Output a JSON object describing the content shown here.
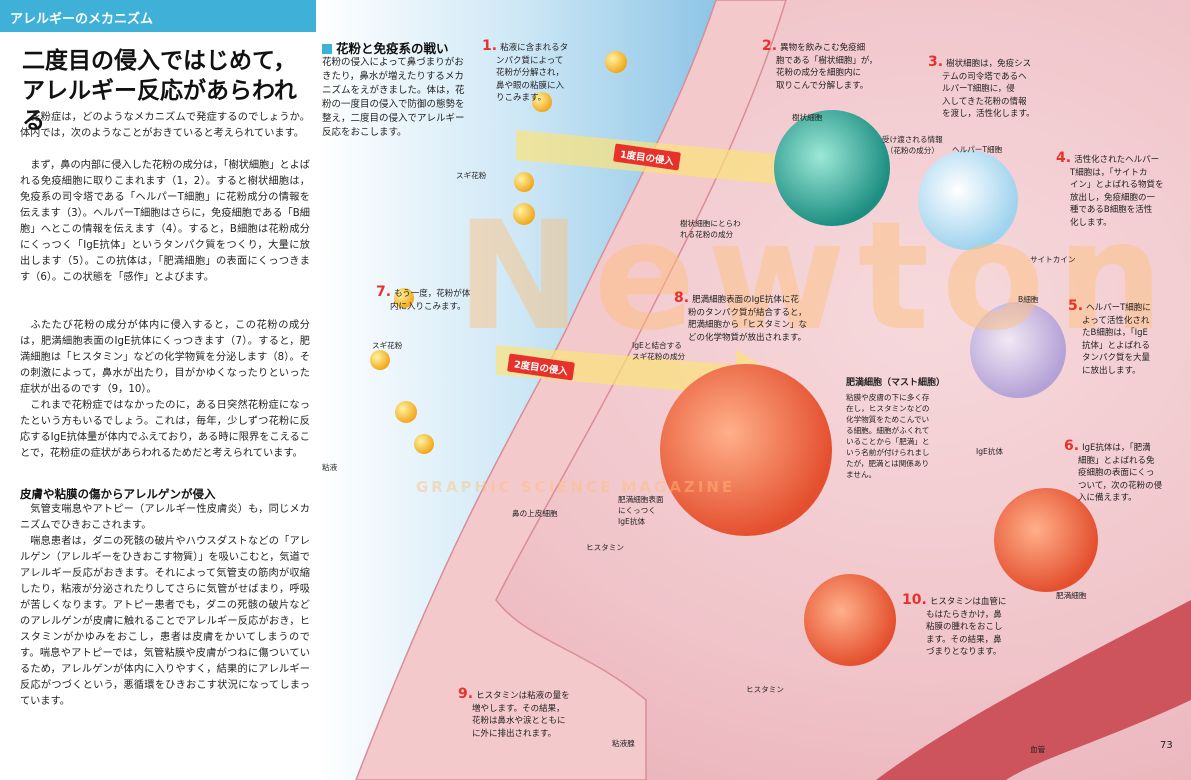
{
  "section_header": "アレルギーのメカニズム",
  "headline": [
    "二度目の侵入ではじめて，",
    "アレルギー反応があらわれる"
  ],
  "paragraphs": [
    "花粉症は，どのようなメカニズムで発症するのでしょうか。体内では，次のようなことがおきていると考えられています。",
    "まず，鼻の内部に侵入した花粉の成分は，「樹状細胞」とよばれる免疫細胞に取りこまれます（1，2）。すると樹状細胞は，免疫系の司令塔である「ヘルパーT細胞」に花粉成分の情報を伝えます（3）。ヘルパーT細胞はさらに，免疫細胞である「B細胞」へとこの情報を伝えます（4）。すると，B細胞は花粉成分にくっつく「IgE抗体」というタンパク質をつくり，大量に放出します（5）。この抗体は，「肥満細胞」の表面にくっつきます（6）。この状態を「感作」とよびます。",
    "ふたたび花粉の成分が体内に侵入すると，この花粉の成分は，肥満細胞表面のIgE抗体にくっつきます（7）。すると，肥満細胞は「ヒスタミン」などの化学物質を分泌します（8）。その刺激によって，鼻水が出たり，目がかゆくなったりといった症状が出るのです（9，10）。",
    "これまで花粉症ではなかったのに，ある日突然花粉症になったという方もいるでしょう。これは，毎年，少しずつ花粉に反応するIgE抗体量が体内でふえており，ある時に限界をこえることで，花粉症の症状があらわれるためだと考えられています。"
  ],
  "subhead": "皮膚や粘膜の傷からアレルゲンが侵入",
  "paragraphs2": [
    "気管支喘息やアトピー（アレルギー性皮膚炎）も，同じメカニズムでひきおこされます。",
    "喘息患者は，ダニの死骸の破片やハウスダストなどの「アレルゲン（アレルギーをひきおこす物質）」を吸いこむと，気道でアレルギー反応がおきます。それによって気管支の筋肉が収縮したり，粘液が分泌されたりしてさらに気管がせばまり，呼吸が苦しくなります。アトピー患者でも，ダニの死骸の破片などのアレルゲンが皮膚に触れることでアレルギー反応がおき，ヒスタミンがかゆみをおこし，患者は皮膚をかいてしまうのです。喘息やアトピーでは，気管粘膜や皮膚がつねに傷ついているため，アレルゲンが体内に入りやすく，結果的にアレルギー反応がつづくという，悪循環をひきおこす状況になってしまっています。"
  ],
  "figure": {
    "title": "花粉と免疫系の戦い",
    "intro": [
      "花粉の侵入によって鼻づまりがお",
      "きたり，鼻水が増えたりするメカ",
      "ニズムをえがきました。体は，花",
      "粉の一度目の侵入で防御の態勢を",
      "整え，二度目の侵入でアレルギー",
      "反応をおこします。"
    ],
    "steps": [
      {
        "num": "1.",
        "lines": [
          "粘液に含まれるタ",
          "ンパク質によって",
          "花粉が分解され，",
          "鼻や眼の粘膜に入",
          "りこみます。"
        ]
      },
      {
        "num": "2.",
        "lines": [
          "異物を飲みこむ免疫細",
          "胞である「樹状細胞」が，",
          "花粉の成分を細胞内に",
          "取りこんで分解します。"
        ]
      },
      {
        "num": "3.",
        "lines": [
          "樹状細胞は，免疫シス",
          "テムの司令塔であるヘ",
          "ルパーT細胞に，侵",
          "入してきた花粉の情報",
          "を渡し，活性化します。"
        ]
      },
      {
        "num": "4.",
        "lines": [
          "活性化されたヘルパー",
          "T細胞は，「サイトカ",
          "イン」とよばれる物質を",
          "放出し，免疫細胞の一",
          "種であるB細胞を活性",
          "化します。"
        ]
      },
      {
        "num": "5.",
        "lines": [
          "ヘルパーT細胞に",
          "よって活性化され",
          "たB細胞は，「IgE",
          "抗体」とよばれる",
          "タンパク質を大量",
          "に放出します。"
        ]
      },
      {
        "num": "6.",
        "lines": [
          "IgE抗体は，「肥満",
          "細胞」とよばれる免",
          "疫細胞の表面にくっ",
          "ついて，次の花粉の侵",
          "入に備えます。"
        ]
      },
      {
        "num": "7.",
        "lines": [
          "もう一度，花粉が体",
          "内に入りこみます。"
        ]
      },
      {
        "num": "8.",
        "lines": [
          "肥満細胞表面のIgE抗体に花",
          "粉のタンパク質が結合すると，",
          "肥満細胞から「ヒスタミン」な",
          "どの化学物質が放出されます。"
        ]
      },
      {
        "num": "9.",
        "lines": [
          "ヒスタミンは粘液の量を",
          "増やします。その結果，",
          "花粉は鼻水や涙とともに",
          "に外に排出されます。"
        ]
      },
      {
        "num": "10.",
        "lines": [
          "ヒスタミンは血管に",
          "もはたらきかけ，鼻",
          "粘膜の腫れをおこし",
          "ます。その結果，鼻",
          "づまりとなります。"
        ]
      }
    ],
    "first_entry": "1度目の侵入",
    "second_entry": "2度目の侵入",
    "labels": {
      "sugi_kafun_1": "スギ花粉",
      "sugi_kafun_2": "スギ花粉",
      "dendritic": "樹状細胞",
      "received_info": [
        "受け渡される情報",
        "（花粉の成分）"
      ],
      "helper_t": "ヘルパーT細胞",
      "captured": [
        "樹状細胞にとらわ",
        "れる花粉の成分"
      ],
      "cytokine": "サイトカイン",
      "b_cell": "B細胞",
      "ige_bound": [
        "IgEと結合する",
        "スギ花粉の成分"
      ],
      "mast_cell_title": "肥満細胞（マスト細胞）",
      "mast_cell_desc": [
        "粘膜や皮膚の下に多く存",
        "在し，ヒスタミンなどの",
        "化学物質をためこんでい",
        "る細胞。細胞がふくれて",
        "いることから「肥満」と",
        "いう名前が付けられまし",
        "たが，肥満とは関係あり",
        "ません。"
      ],
      "ige_antibody": "IgE抗体",
      "mucus": "粘液",
      "nasal_epithelium": "鼻の上皮細胞",
      "ige_on_surface": [
        "肥満細胞表面",
        "にくっつく",
        "IgE抗体"
      ],
      "histamine_1": "ヒスタミン",
      "histamine_2": "ヒスタミン",
      "mast_cell_2": "肥満細胞",
      "mucous_gland": "粘液腺",
      "blood_vessel": "血管"
    },
    "page_number": "73",
    "watermark": "Newton",
    "watermark_sub": "GRAPHIC SCIENCE MAGAZINE"
  }
}
